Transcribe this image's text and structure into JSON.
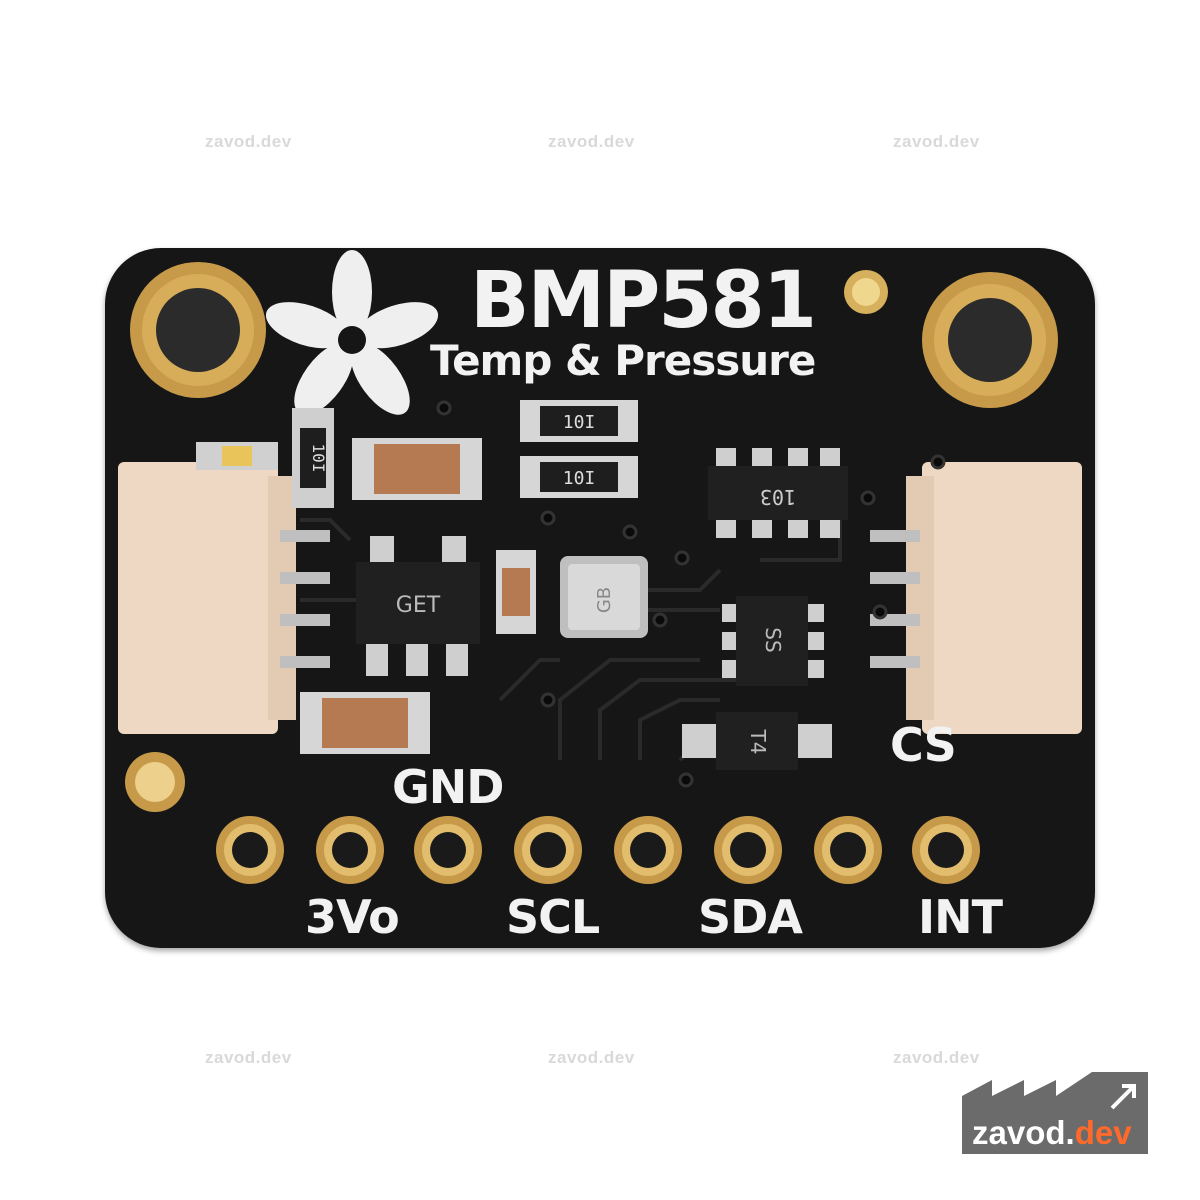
{
  "watermark": "zavod.dev",
  "board": {
    "title": "BMP581",
    "subtitle": "Temp & Pressure",
    "pins": {
      "top_labels": {
        "gnd": "GND",
        "cs": "CS"
      },
      "bottom_labels": {
        "v3o": "3Vo",
        "scl": "SCL",
        "sda": "SDA",
        "int": "INT"
      }
    },
    "component_markings": {
      "resistor_1": "10I",
      "resistor_2": "10I",
      "resistor_3": "10I",
      "regulator": "GET",
      "resistor_array": "103",
      "sensor": "GB",
      "ic_ss": "SS",
      "diode": "T4"
    },
    "colors": {
      "pcb": "#161616",
      "silkscreen": "#f2f2f2",
      "gold": "#c79a4a",
      "connector": "#eed8c4"
    }
  },
  "logo": {
    "name": "zavod",
    "dot": ".",
    "tld": "dev",
    "accent_color": "#ff6a2a",
    "bg_color": "#6b6b6b"
  }
}
